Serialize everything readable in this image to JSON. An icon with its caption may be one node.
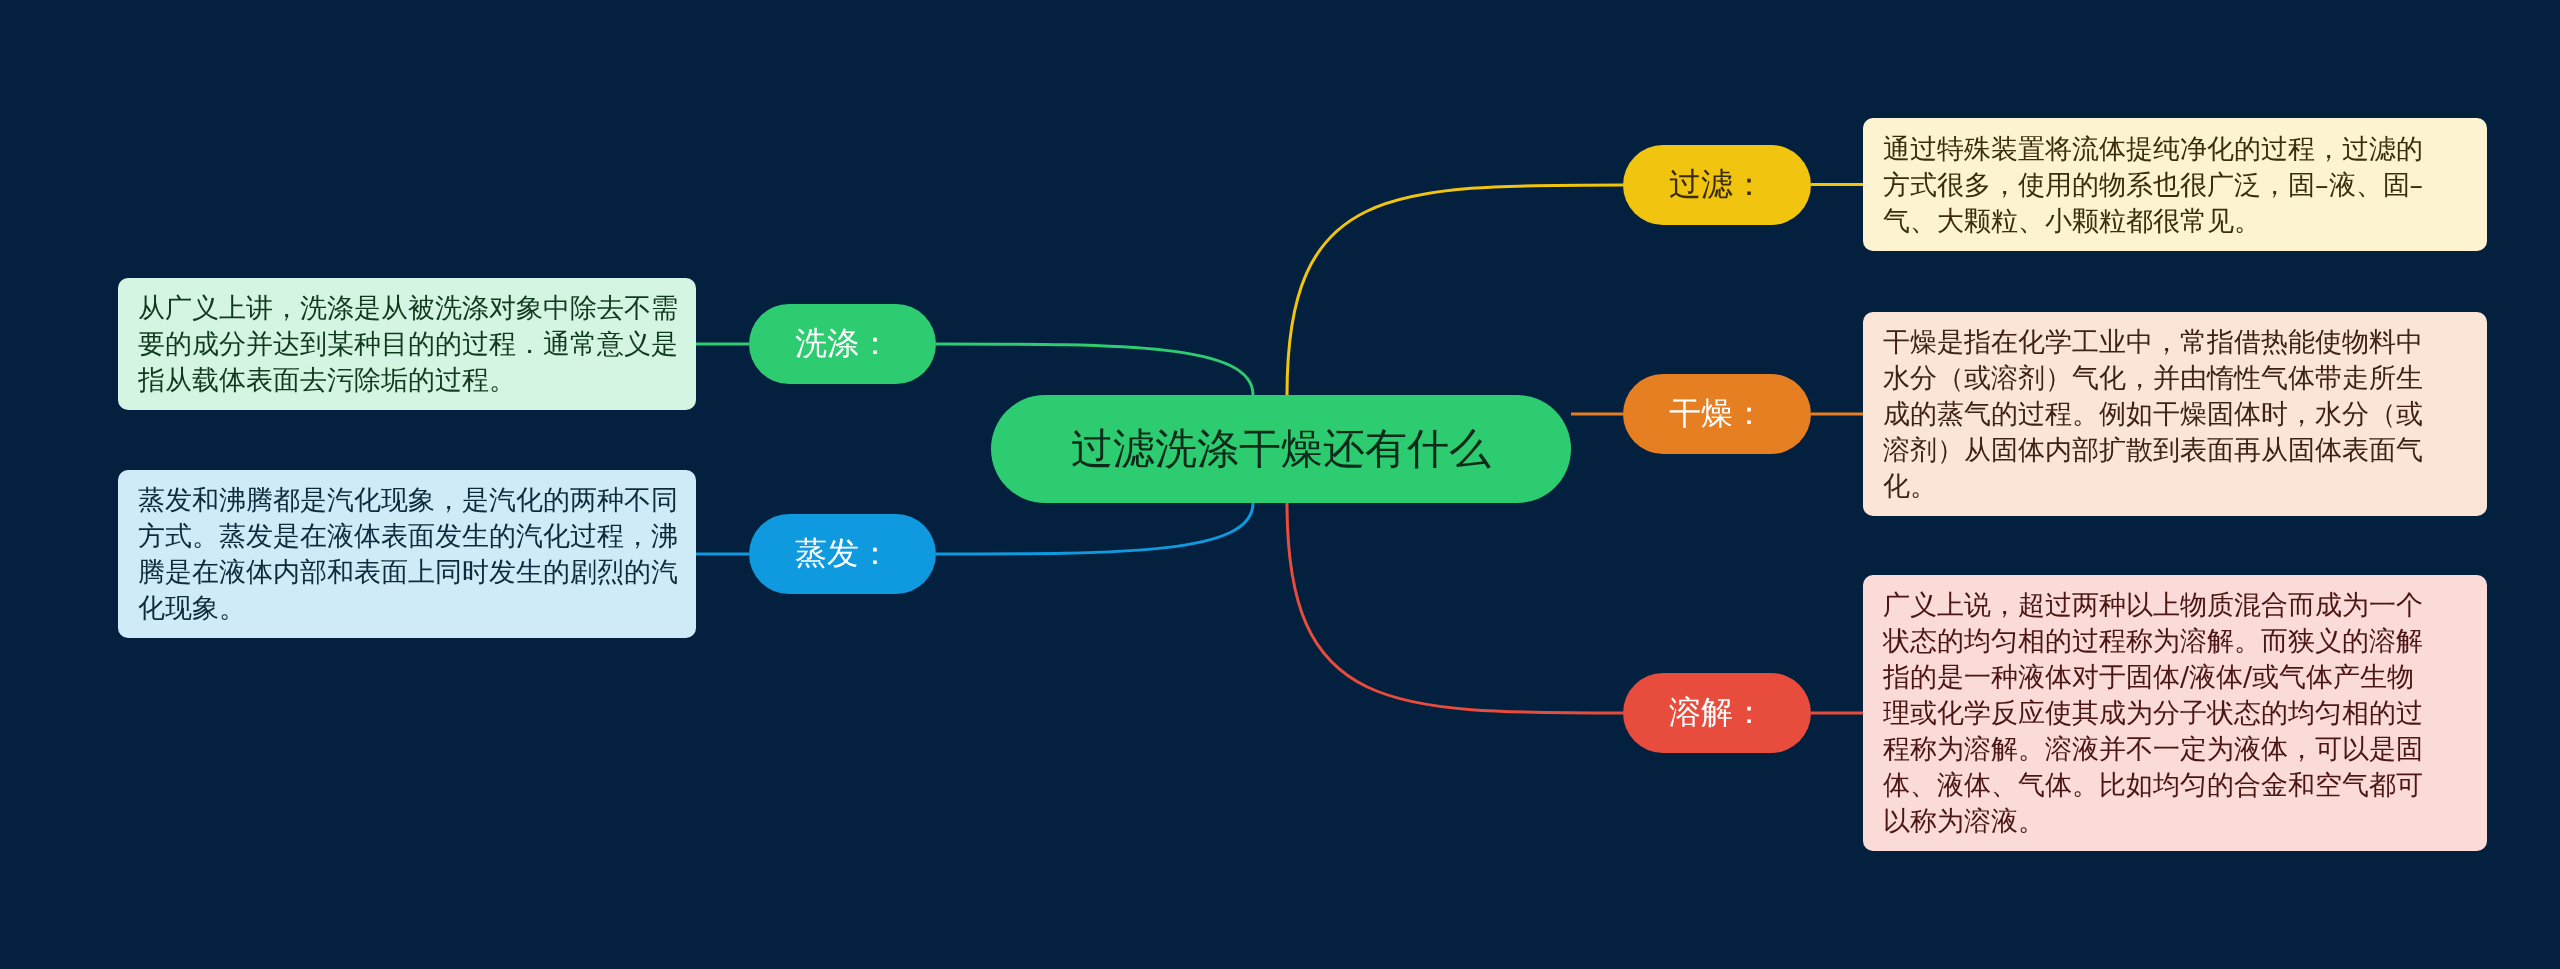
{
  "diagram": {
    "nodes": [
      {
        "text": [
          "过滤洗涤干燥还有什么"
        ]
      },
      {
        "text": [
          "过滤："
        ]
      },
      {
        "text": [
          "通过特殊装置将流体提纯净化的过程，过滤的方式很多，使用的物系也很广泛，固–液、固–气、大颗粒、小颗粒都很常见。"
        ]
      },
      {
        "text": [
          "干燥："
        ]
      },
      {
        "text": [
          "干燥是指在化学工业中，常指借热能使物料中水分（或溶剂）气化，并由惰性气体带走所生成的蒸气的过程。例如干燥固体时，水分（或溶剂）从固体内部扩散到表面再从固体表面气化。"
        ]
      },
      {
        "text": [
          "溶解："
        ]
      },
      {
        "text": [
          "广义上说，超过两种以上物质混合而成为一个状态的均匀相的过程称为溶解。而狭义的溶解指的是一种液体对于固体/液体/或气体产生物理或化学反应使其成为分子状态的均匀相的过程称为溶解。溶液并不一定为液体，可以是固体、液体、气体。比如均匀的合金和空气都可以称为溶液。"
        ]
      },
      {
        "text": [
          "洗涤："
        ]
      },
      {
        "text": [
          "从广义上讲，洗涤是从被洗涤对象中除去不需要的成分并达到某种目的的过程．通常意义是指从载体表面去污除垢的过程。"
        ]
      },
      {
        "text": [
          "蒸发："
        ]
      },
      {
        "text": [
          "蒸发和沸腾都是汽化现象，是汽化的两种不同方式。蒸发是在液体表面发生的汽化过程，沸腾是在液体内部和表面上同时发生的剧烈的汽化现象。"
        ]
      }
    ],
    "edges": [
      {
        "from": 0,
        "to": 1,
        "arrow": "none",
        "color": "#f1c40f"
      },
      {
        "from": 1,
        "to": 2,
        "arrow": "none",
        "color": "#f1c40f"
      },
      {
        "from": 0,
        "to": 3,
        "arrow": "none",
        "color": "#e67e22"
      },
      {
        "from": 3,
        "to": 4,
        "arrow": "none",
        "color": "#e67e22"
      },
      {
        "from": 0,
        "to": 5,
        "arrow": "none",
        "color": "#e74c3c"
      },
      {
        "from": 5,
        "to": 6,
        "arrow": "none",
        "color": "#e74c3c"
      },
      {
        "from": 0,
        "to": 7,
        "arrow": "none",
        "color": "#2ecc71"
      },
      {
        "from": 7,
        "to": 8,
        "arrow": "none",
        "color": "#2ecc71"
      },
      {
        "from": 0,
        "to": 9,
        "arrow": "none",
        "color": "#0f9ae0"
      },
      {
        "from": 9,
        "to": 10,
        "arrow": "none",
        "color": "#0f9ae0"
      }
    ]
  }
}
